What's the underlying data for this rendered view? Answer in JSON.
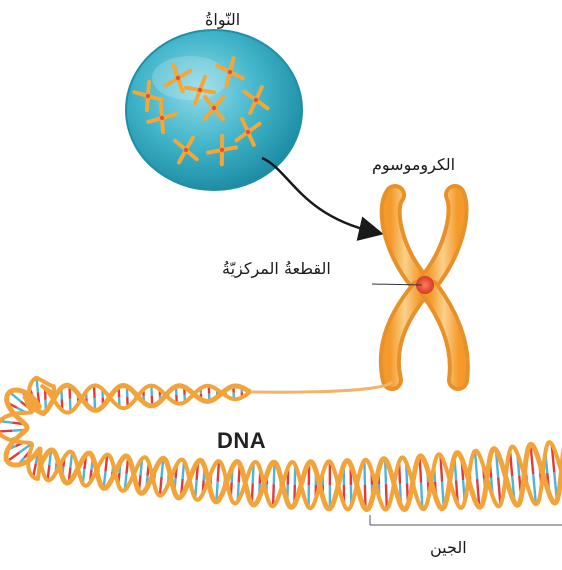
{
  "labels": {
    "nucleus": "النّواةُ",
    "chromosome": "الكروموسوم",
    "centromere": "القطعةُ المركزيّةُ",
    "dna": "DNA",
    "gene": "الجين"
  },
  "colors": {
    "nucleus_fill": "#3fb3c8",
    "nucleus_edge": "#1d8fa6",
    "chromosome": "#f4a636",
    "chromosome_light": "#fbd08a",
    "centromere": "#e2523a",
    "dna_backbone": "#f2a43a",
    "rung_red": "#e03a3a",
    "rung_blue": "#4fb4d8",
    "arrow": "#1a1a1a"
  },
  "icons": {
    "nucleus": "nucleus-sphere",
    "chromosome": "x-chromosome",
    "dna": "double-helix",
    "arrow": "curved-arrow"
  }
}
